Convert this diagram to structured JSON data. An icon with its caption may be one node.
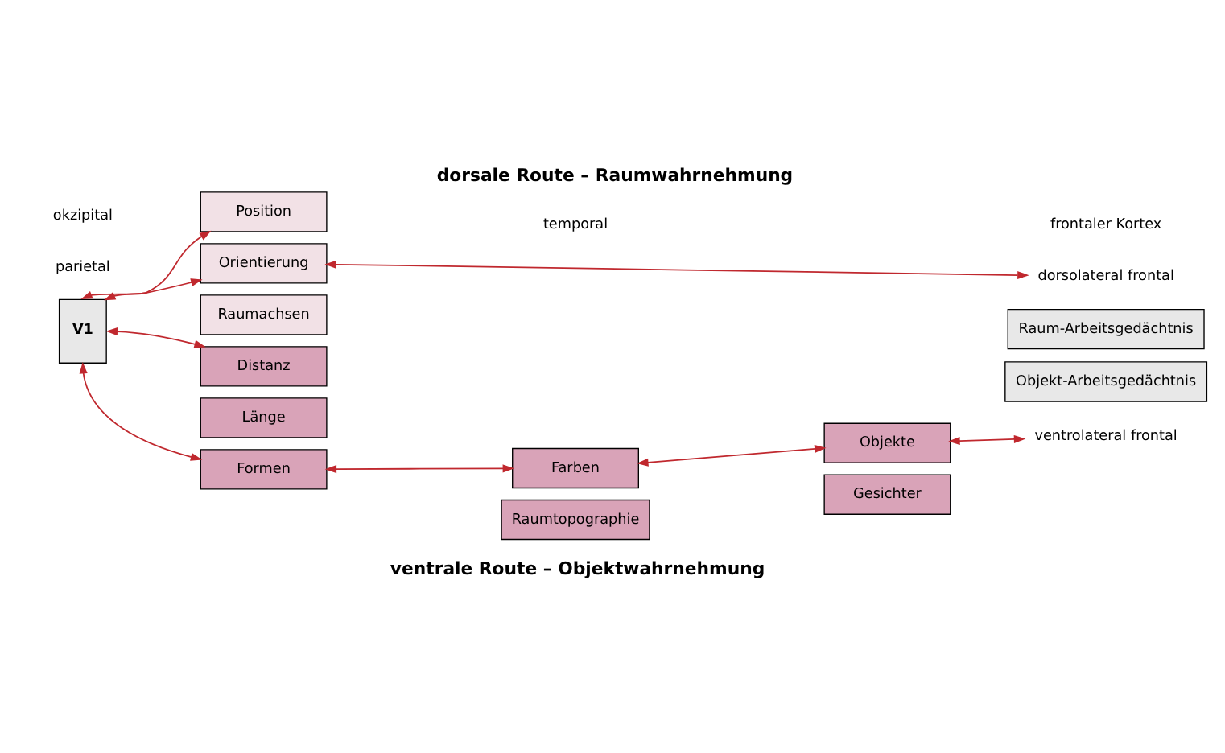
{
  "diagram": {
    "title": "dorsale Route – Raumwahrnehmung",
    "caption": "ventrale Route – Objektwahrnehmung",
    "nodes": [
      {
        "text": [
          "Position"
        ]
      },
      {
        "text": [
          "Orientierung"
        ]
      },
      {
        "text": [
          "Raumachsen"
        ]
      },
      {
        "text": [
          "Distanz"
        ]
      },
      {
        "text": [
          "Länge"
        ]
      },
      {
        "text": [
          "V1"
        ]
      },
      {
        "text": [
          "Formen"
        ]
      },
      {
        "text": [
          "Farben"
        ]
      },
      {
        "text": [
          "Raumtopographie"
        ]
      },
      {
        "text": [
          "Objekte"
        ]
      },
      {
        "text": [
          "Gesichter"
        ]
      },
      {
        "text": [
          "dorsolateral frontal"
        ]
      },
      {
        "text": [
          "Raum-Arbeitsgedächtnis"
        ]
      },
      {
        "text": [
          "Objekt-Arbeitsgedächtnis"
        ]
      },
      {
        "text": [
          "ventrolateral frontal"
        ]
      }
    ],
    "edges": [
      {
        "from": 5,
        "to": 0,
        "arrow": "both"
      },
      {
        "from": 5,
        "to": 1,
        "arrow": "both"
      },
      {
        "from": 5,
        "to": 3,
        "arrow": "both"
      },
      {
        "from": 5,
        "to": 6,
        "arrow": "both"
      },
      {
        "from": 1,
        "to": 11,
        "arrow": "both"
      },
      {
        "from": 6,
        "to": 7,
        "arrow": "both"
      },
      {
        "from": 7,
        "to": 9,
        "arrow": "both"
      },
      {
        "from": 9,
        "to": 14,
        "arrow": "both"
      }
    ],
    "labels": [
      "parietal",
      "frontaler Kortex",
      "okzipital",
      "temporal"
    ]
  }
}
